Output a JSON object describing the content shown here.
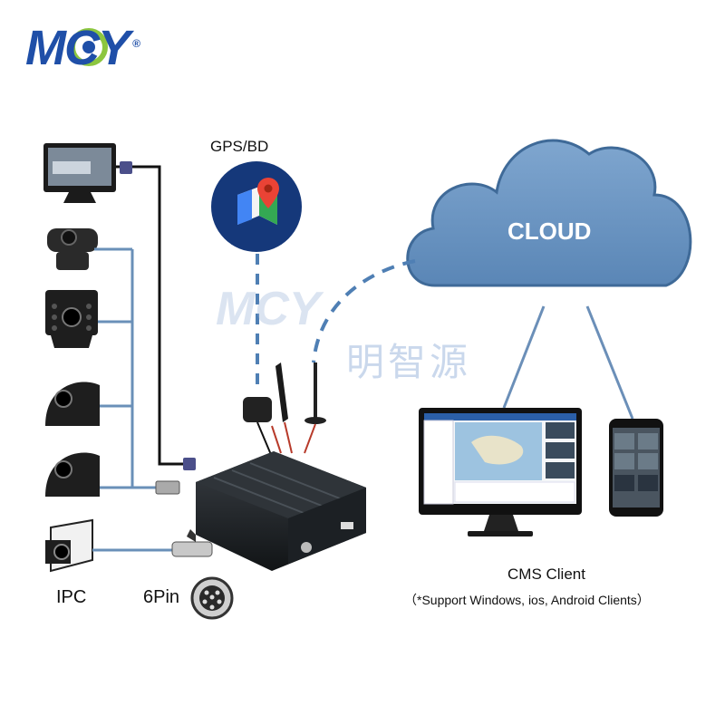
{
  "brand": {
    "logo": "MCY",
    "registered": "®",
    "watermark_logo": "MCY",
    "watermark_cn": "明智源"
  },
  "gps": {
    "label": "GPS/BD",
    "icon": "google-maps-pin-icon"
  },
  "cloud": {
    "label": "CLOUD",
    "color": "#6b93bf"
  },
  "devices": {
    "monitor": "car-monitor-icon",
    "cameras": [
      "front-camera-icon",
      "rear-ir-camera-icon",
      "side-camera-icon",
      "side-camera-icon"
    ],
    "ipc": {
      "label": "IPC",
      "icon": "ipc-camera-icon"
    },
    "connector": {
      "label": "6Pin",
      "icon": "aviation-connector-icon"
    },
    "mdvr": "mobile-dvr-box-icon"
  },
  "client": {
    "title": "CMS Client",
    "note": "（*Support Windows, ios, Android Clients）",
    "desktop": "desktop-monitor-icon",
    "phone": "smartphone-icon"
  },
  "colors": {
    "brand_blue": "#1f4fa8",
    "brand_green": "#8cc63f",
    "dash_blue": "#4f7fb4",
    "cable_red": "#b73a2a"
  }
}
